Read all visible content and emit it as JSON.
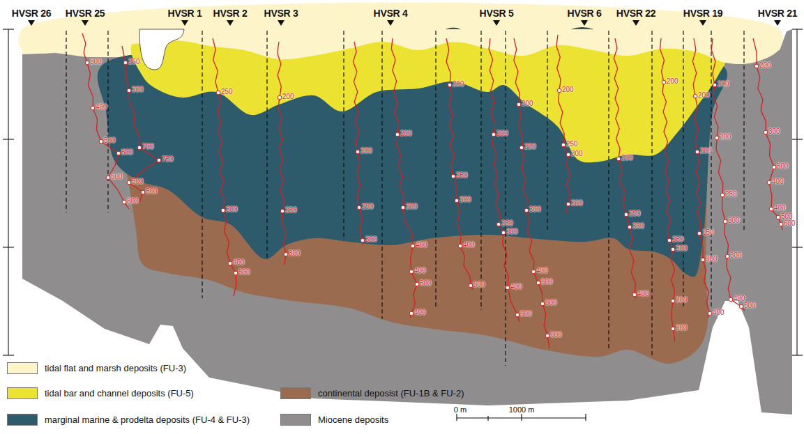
{
  "diagram": {
    "labels": [
      "HVSR 26",
      "HVSR 25",
      "HVSR 1",
      "HVSR 2",
      "HVSR 3",
      "HVSR 4",
      "HVSR 5",
      "HVSR 6",
      "HVSR 22",
      "HVSR 19",
      "HVSR 21",
      "300",
      "400",
      "500",
      "800",
      "500",
      "800",
      "250",
      "300",
      "700",
      "750",
      "500",
      "500",
      "250",
      "300",
      "400",
      "500",
      "200",
      "250",
      "300",
      "300",
      "250",
      "300",
      "200",
      "250",
      "400",
      "400",
      "500",
      "400",
      "200",
      "250",
      "300",
      "400",
      "500",
      "200",
      "250",
      "300",
      "400",
      "500",
      "200",
      "250",
      "300",
      "400",
      "500",
      "500",
      "600",
      "200",
      "250",
      "300",
      "300",
      "200",
      "250",
      "300",
      "400",
      "200",
      "250",
      "300",
      "300",
      "300",
      "200",
      "200",
      "150",
      "300",
      "400",
      "200",
      "200",
      "250",
      "300",
      "300",
      "400",
      "500",
      "200",
      "300",
      "500",
      "400",
      "400",
      "500",
      "600",
      "0 m",
      "1000 m"
    ],
    "legend": [
      {
        "text": "tidal flat and marsh deposits (FU-3)",
        "color": "#fdf5c9"
      },
      {
        "text": "tidal bar and channel deposits (FU-5)",
        "color": "#ece231"
      },
      {
        "text": "continental deposist (FU-1B & FU-2)",
        "color": "#9b6b4f"
      },
      {
        "text": "marginal marine & prodelta deposits (FU-4 & FU-3)",
        "color": "#2e5b6c"
      },
      {
        "text": "Miocene deposits",
        "color": "#8f8d8e"
      }
    ]
  }
}
